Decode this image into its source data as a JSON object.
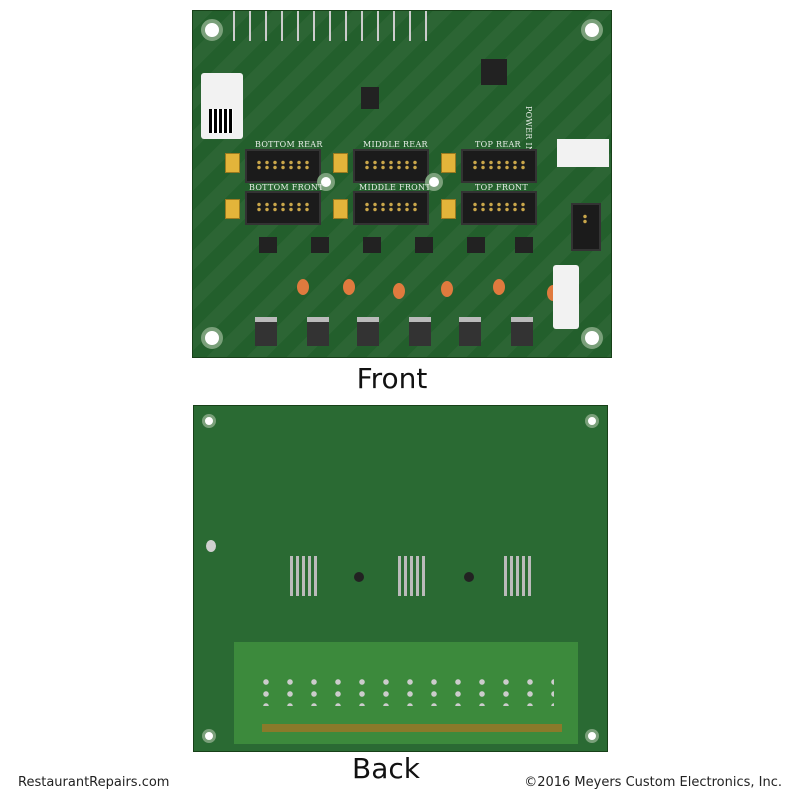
{
  "captions": {
    "front": "Front",
    "back": "Back"
  },
  "footer": {
    "site": "RestaurantRepairs.com",
    "copyright": "©2016 Meyers Custom Electronics, Inc."
  },
  "board_labels": {
    "bottom_rear": "BOTTOM REAR",
    "middle_rear": "MIDDLE REAR",
    "top_rear": "TOP REAR",
    "bottom_front": "BOTTOM FRONT",
    "middle_front": "MIDDLE FRONT",
    "top_front": "TOP FRONT",
    "power_input": "POWER INPUT"
  }
}
